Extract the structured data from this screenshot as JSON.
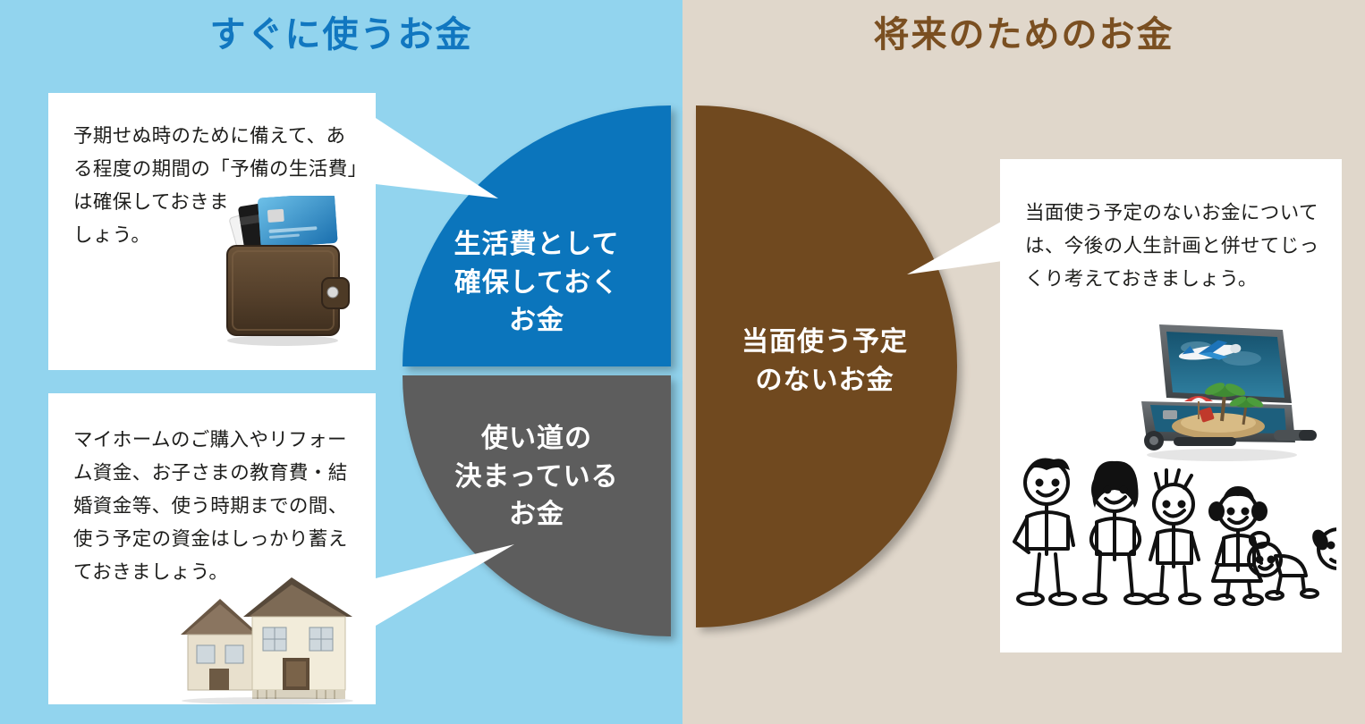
{
  "panels": {
    "left": {
      "title": "すぐに使うお金",
      "bg_color": "#92d4ee",
      "title_color": "#1177c0"
    },
    "right": {
      "title": "将来のためのお金",
      "bg_color": "#e0d7cb",
      "title_color": "#7a4f21"
    }
  },
  "cards": {
    "top_left": {
      "text": "予期せぬ時のために備えて、ある程度の期間の「予備の生活費」は確保しておきま\nしょう。",
      "art": "wallet-with-credit-cards-image"
    },
    "bottom_left": {
      "text": "マイホームのご購入やリフォーム資金、お子さまの教育費・結婚資金等、使う時期までの間、使う予定の資金はしっかり蓄えておきましょう。",
      "art": "house-image"
    },
    "right": {
      "text": "当面使う予定のないお金については、今後の人生計画と併せてじっくり考えておきましょう。",
      "art_top": "open-suitcase-with-island-image",
      "art_bottom": "stick-figure-family-image"
    }
  },
  "slices": {
    "blue": {
      "label": "生活費として\n確保しておく\nお金",
      "color": "#0b75bc"
    },
    "gray": {
      "label": "使い道の\n決まっている\nお金",
      "color": "#5d5d5d"
    },
    "brown": {
      "label": "当面使う予定\nのないお金",
      "color": "#70491f"
    }
  },
  "arrows": {
    "top_left": "arrow-pointer-to-blue-slice",
    "bottom_left": "arrow-pointer-to-gray-slice",
    "right": "arrow-pointer-to-brown-slice"
  }
}
